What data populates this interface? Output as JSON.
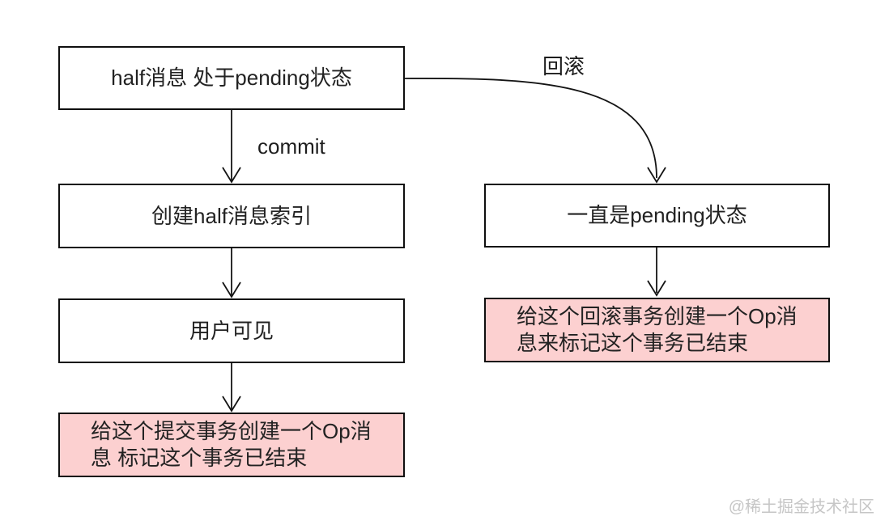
{
  "colors": {
    "background": "#ffffff",
    "box_border": "#0f0f0f",
    "box_fill_default": "#ffffff",
    "box_fill_highlight_pink": "#fcd0d0",
    "text": "#222222",
    "arrow": "#141414",
    "watermark": "#c6c6c6"
  },
  "nodes": {
    "half_pending": {
      "label": "half消息 处于pending状态"
    },
    "create_index": {
      "label": "创建half消息索引"
    },
    "user_visible": {
      "label": "用户可见"
    },
    "commit_op": {
      "label": "给这个提交事务创建一个Op消\n息 标记这个事务已结束"
    },
    "always_pending": {
      "label": "一直是pending状态"
    },
    "rollback_op": {
      "label": "给这个回滚事务创建一个Op消\n息来标记这个事务已结束"
    }
  },
  "edge_labels": {
    "commit": "commit",
    "rollback": "回滚"
  },
  "watermark": "@稀土掘金技术社区"
}
